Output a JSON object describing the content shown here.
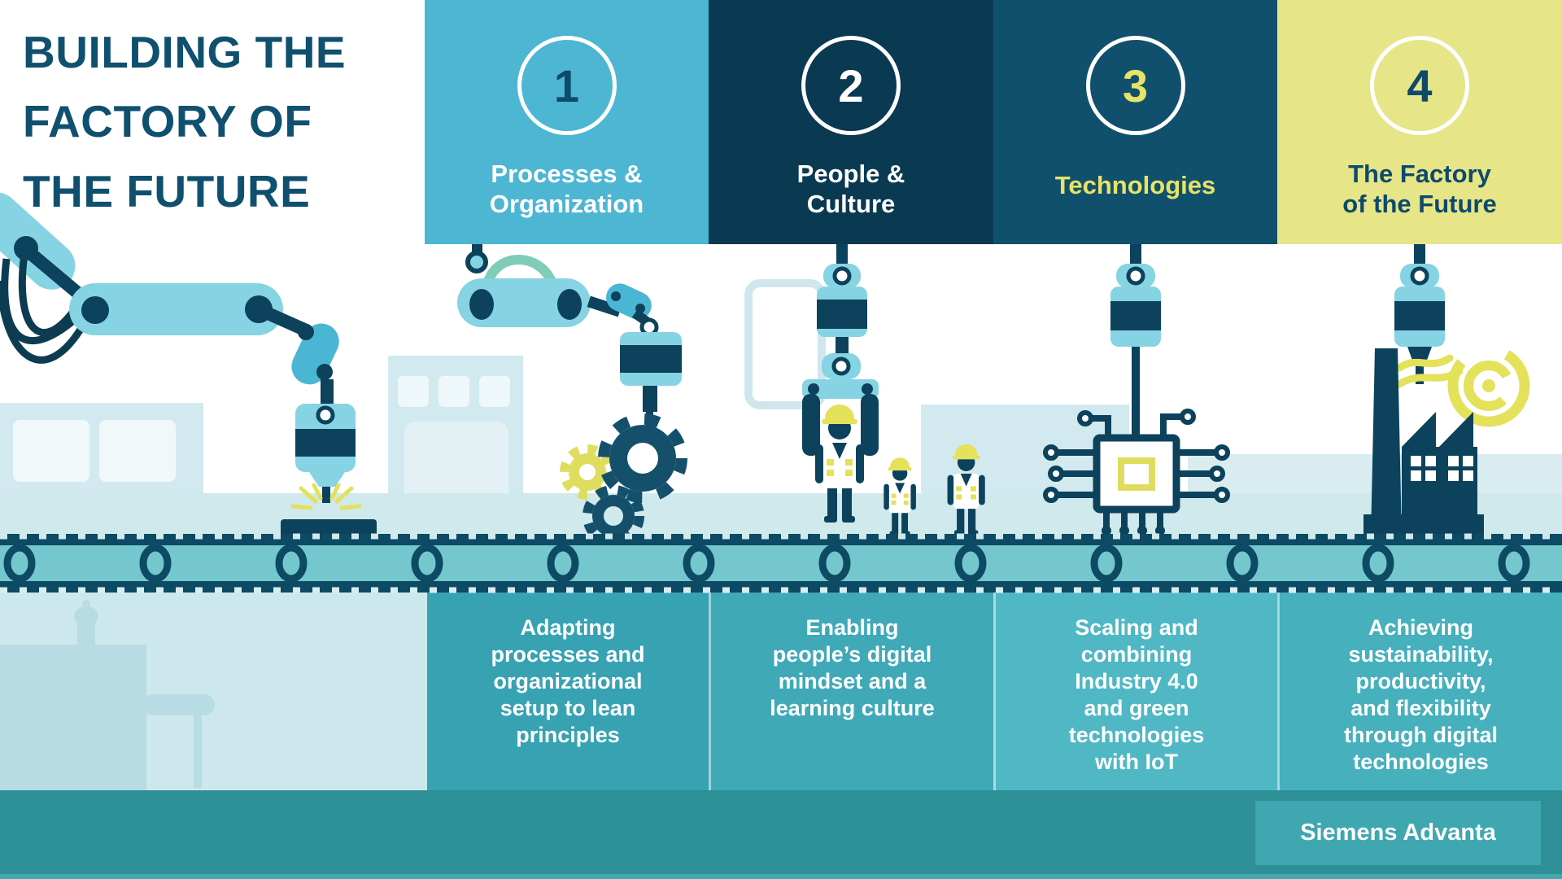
{
  "title": "BUILDING THE\nFACTORY OF\nTHE FUTURE",
  "steps": [
    {
      "number": "1",
      "label": "Processes &\nOrganization"
    },
    {
      "number": "2",
      "label": "People &\nCulture"
    },
    {
      "number": "3",
      "label": "Technologies"
    },
    {
      "number": "4",
      "label": "The Factory\nof the Future"
    }
  ],
  "descriptions": [
    {
      "text": "Adapting\nprocesses and\norganizational\nsetup to lean\nprinciples"
    },
    {
      "text": "Enabling\npeople’s digital\nmindset and a\nlearning culture"
    },
    {
      "text": "Scaling and\ncombining\nIndustry 4.0\nand green\ntechnologies\nwith IoT"
    },
    {
      "text": "Achieving\nsustainability,\nproductivity,\nand flexibility\nthrough digital\ntechnologies"
    }
  ],
  "footer": {
    "brand": "Siemens Advanta"
  },
  "colors": {
    "title_navy": "#10506f",
    "step1_bg": "#4cb6d3",
    "step2_bg": "#0a3a52",
    "step3_bg": "#11506d",
    "step4_bg": "#e6e588",
    "accent_yellow": "#e6e366",
    "panel_teals": [
      "#37a2b2",
      "#3fa9b8",
      "#4fb8c4",
      "#46b0bc"
    ],
    "footer_teal": "#2d9097",
    "belt_teal": "#74c7cd",
    "arm_light_blue": "#86d3e3",
    "arm_medium_blue": "#4ab6d3",
    "icon_navy": "#0d425c",
    "background_pale": "#d2eaef"
  },
  "icons": {
    "step1": "robot-arm-with-gears-icon",
    "step2": "claw-holding-worker-icon",
    "step3": "iot-chip-icon",
    "step4": "green-factory-icon",
    "belt": "conveyor-belt-icon"
  }
}
